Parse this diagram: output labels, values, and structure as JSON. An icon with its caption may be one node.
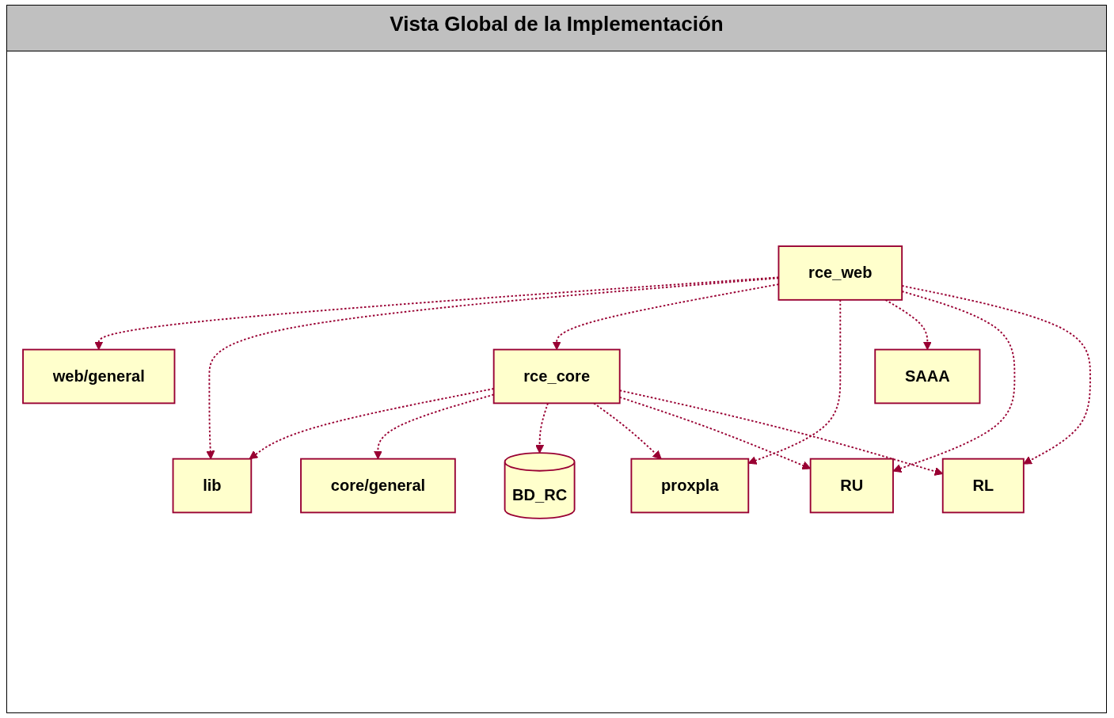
{
  "diagram": {
    "title": "Vista Global de la Implementación",
    "nodes": [
      {
        "text": [
          "web/general"
        ]
      },
      {
        "text": [
          "lib"
        ]
      },
      {
        "text": [
          "core/general"
        ]
      },
      {
        "text": [
          "rce_web"
        ]
      },
      {
        "text": [
          "rce_core"
        ]
      },
      {
        "text": [
          "BD_RC"
        ]
      },
      {
        "text": [
          "proxpla"
        ]
      },
      {
        "text": [
          "SAAA"
        ]
      },
      {
        "text": [
          "RU"
        ]
      },
      {
        "text": [
          "RL"
        ]
      }
    ],
    "edges": [
      {
        "from": 3,
        "to": 0,
        "arrow": "to",
        "style": "dashed"
      },
      {
        "from": 3,
        "to": 1,
        "arrow": "to",
        "style": "dashed"
      },
      {
        "from": 3,
        "to": 4,
        "arrow": "to",
        "style": "dashed"
      },
      {
        "from": 3,
        "to": 6,
        "arrow": "to",
        "style": "dashed"
      },
      {
        "from": 3,
        "to": 7,
        "arrow": "to",
        "style": "dashed"
      },
      {
        "from": 3,
        "to": 8,
        "arrow": "to",
        "style": "dashed"
      },
      {
        "from": 3,
        "to": 9,
        "arrow": "to",
        "style": "dashed"
      },
      {
        "from": 4,
        "to": 1,
        "arrow": "to",
        "style": "dashed"
      },
      {
        "from": 4,
        "to": 2,
        "arrow": "to",
        "style": "dashed"
      },
      {
        "from": 4,
        "to": 5,
        "arrow": "to",
        "style": "dashed"
      },
      {
        "from": 4,
        "to": 6,
        "arrow": "to",
        "style": "dashed"
      },
      {
        "from": 4,
        "to": 8,
        "arrow": "to",
        "style": "dashed"
      },
      {
        "from": 4,
        "to": 9,
        "arrow": "to",
        "style": "dashed"
      }
    ]
  }
}
